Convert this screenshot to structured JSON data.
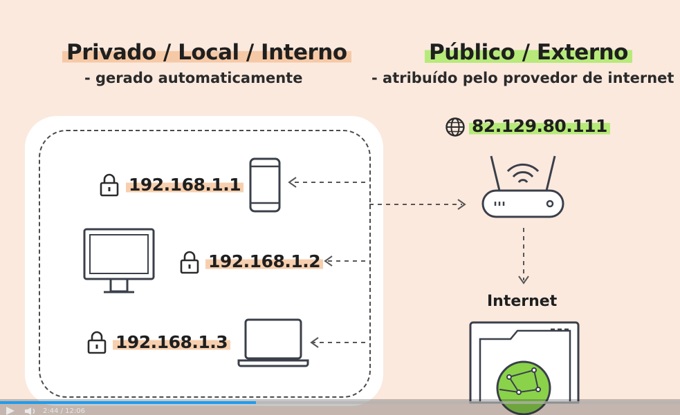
{
  "private": {
    "title": "Privado / Local / Interno",
    "subtitle": "- gerado automaticamente"
  },
  "public": {
    "title": "Público / Externo",
    "subtitle": "- atribuído pelo provedor de internet",
    "ip": "82.129.80.111"
  },
  "devices": [
    {
      "ip": "192.168.1.1",
      "type": "phone"
    },
    {
      "ip": "192.168.1.2",
      "type": "desktop-monitor"
    },
    {
      "ip": "192.168.1.3",
      "type": "laptop"
    }
  ],
  "internet": {
    "label": "Internet"
  },
  "player": {
    "time": "2:44 / 12:06",
    "progress": 0.376
  },
  "colors": {
    "background": "#fbe9de",
    "highlight_orange": "#f6c9a6",
    "highlight_green": "#b7ea7a",
    "globe_green": "#8ad24a",
    "stroke": "#3a3f4a"
  }
}
